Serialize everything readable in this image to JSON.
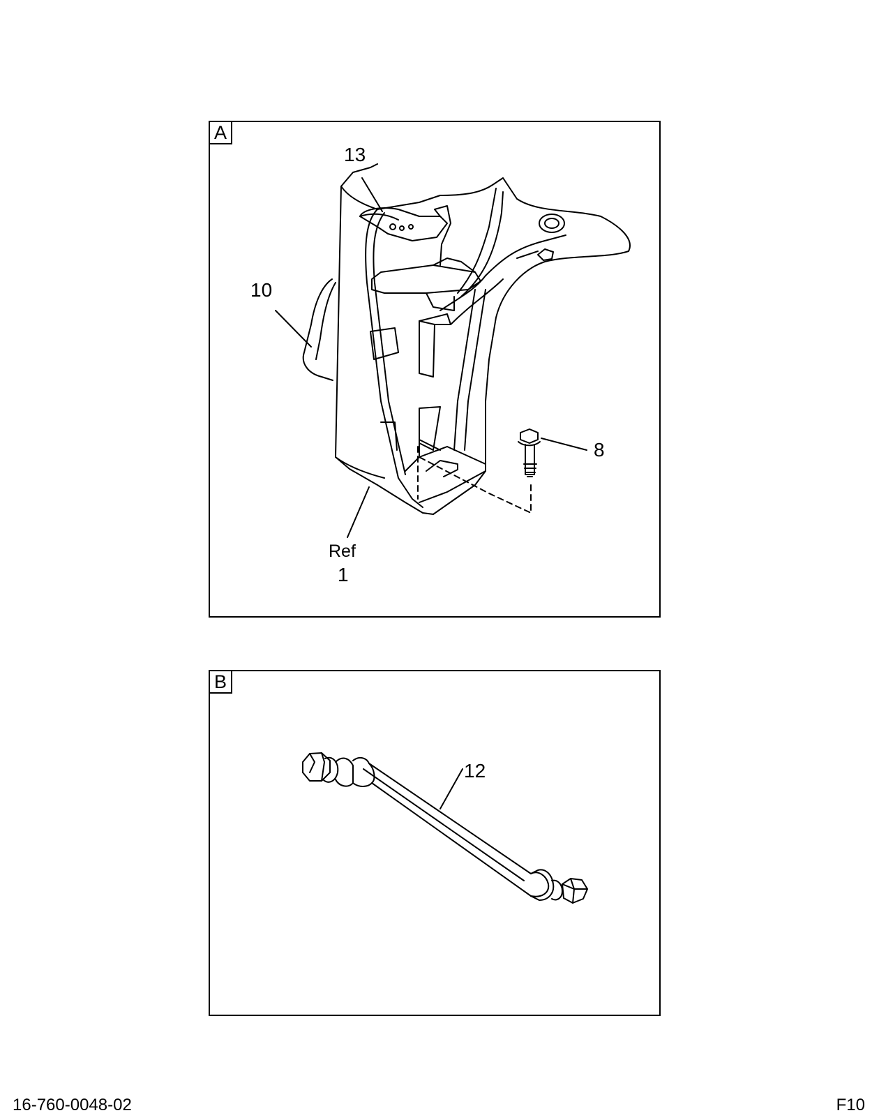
{
  "panel_a": {
    "tag": "A",
    "callouts": {
      "item_13": "13",
      "item_10": "10",
      "item_8": "8",
      "ref_label": "Ref",
      "item_1": "1"
    }
  },
  "panel_b": {
    "tag": "B",
    "callouts": {
      "item_12": "12"
    }
  },
  "footer": {
    "doc_id": "16-760-0048-02",
    "page": "F10"
  }
}
